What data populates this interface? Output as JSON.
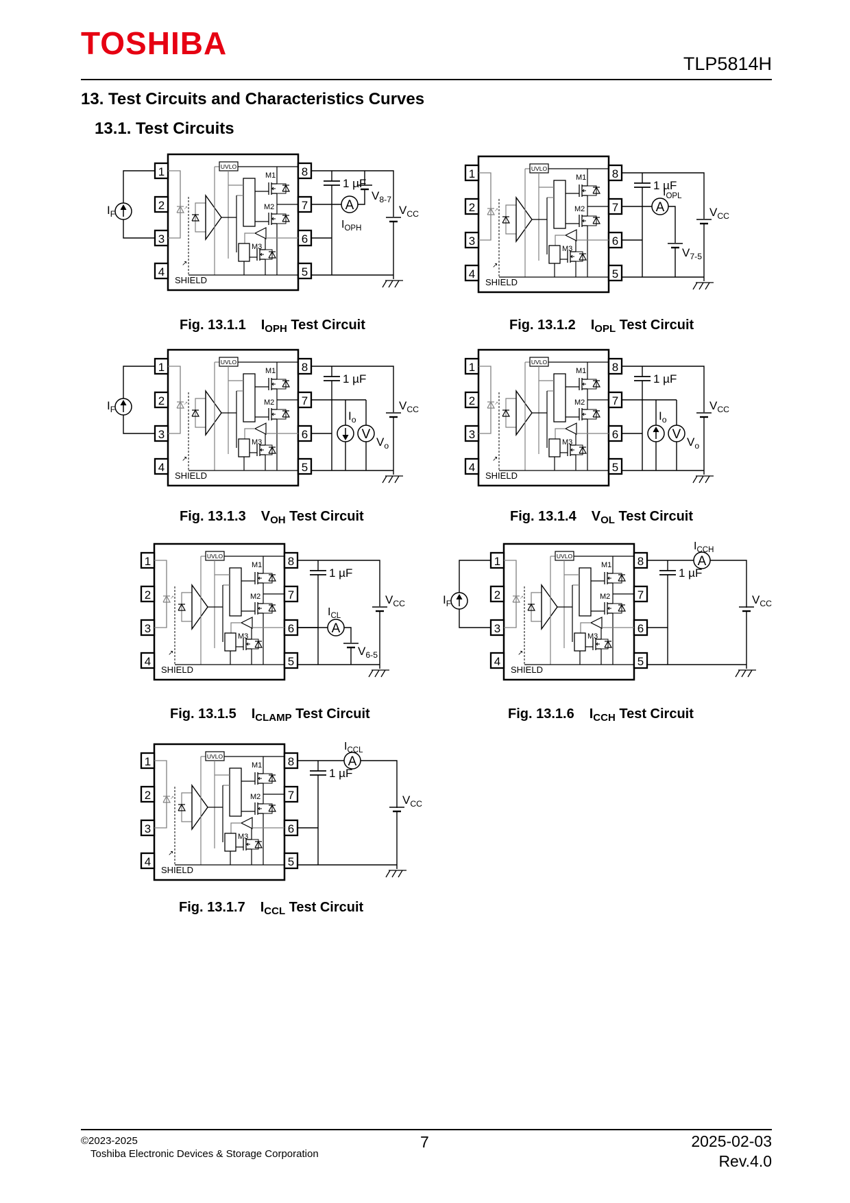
{
  "header": {
    "logo": "TOSHIBA",
    "part_number": "TLP5814H"
  },
  "section": {
    "title": "13. Test Circuits and Characteristics Curves",
    "subtitle": "13.1. Test Circuits"
  },
  "chip_labels": {
    "pins": [
      "1",
      "2",
      "3",
      "4",
      "5",
      "6",
      "7",
      "8"
    ],
    "uvlo": "UVLO",
    "m1": "M1",
    "m2": "M2",
    "m3": "M3",
    "shield": "SHIELD"
  },
  "figures": [
    {
      "id": "13.1.1",
      "number": "Fig. 13.1.1",
      "quantity_main": "I",
      "quantity_sub": "OPH",
      "suffix": " Test Circuit",
      "variant": "ioph",
      "has_if_source": true,
      "labels": {
        "if_main": "I",
        "if_sub": "F",
        "cap": "1 µF",
        "meter": "A",
        "meter_main": "I",
        "meter_sub": "OPH",
        "vsrc_main": "V",
        "vsrc_sub": "8-7",
        "vcc_main": "V",
        "vcc_sub": "CC"
      }
    },
    {
      "id": "13.1.2",
      "number": "Fig. 13.1.2",
      "quantity_main": "I",
      "quantity_sub": "OPL",
      "suffix": " Test Circuit",
      "variant": "iopl",
      "has_if_source": false,
      "labels": {
        "cap": "1 µF",
        "meter": "A",
        "meter_main": "I",
        "meter_sub": "OPL",
        "vsrc_main": "V",
        "vsrc_sub": "7-5",
        "vcc_main": "V",
        "vcc_sub": "CC"
      }
    },
    {
      "id": "13.1.3",
      "number": "Fig. 13.1.3",
      "quantity_main": "V",
      "quantity_sub": "OH",
      "suffix": " Test Circuit",
      "variant": "voh",
      "has_if_source": true,
      "labels": {
        "if_main": "I",
        "if_sub": "F",
        "cap": "1 µF",
        "io_main": "I",
        "io_sub": "o",
        "meter": "V",
        "vo_main": "V",
        "vo_sub": "o",
        "vcc_main": "V",
        "vcc_sub": "CC"
      }
    },
    {
      "id": "13.1.4",
      "number": "Fig. 13.1.4",
      "quantity_main": "V",
      "quantity_sub": "OL",
      "suffix": " Test Circuit",
      "variant": "vol",
      "has_if_source": false,
      "labels": {
        "cap": "1 µF",
        "io_main": "I",
        "io_sub": "o",
        "meter": "V",
        "vo_main": "V",
        "vo_sub": "o",
        "vcc_main": "V",
        "vcc_sub": "CC"
      }
    },
    {
      "id": "13.1.5",
      "number": "Fig. 13.1.5",
      "quantity_main": "I",
      "quantity_sub": "CLAMP",
      "suffix": " Test Circuit",
      "variant": "iclamp",
      "has_if_source": false,
      "labels": {
        "cap": "1 µF",
        "meter": "A",
        "meter_main": "I",
        "meter_sub": "CL",
        "vsrc_main": "V",
        "vsrc_sub": "6-5",
        "vcc_main": "V",
        "vcc_sub": "CC"
      }
    },
    {
      "id": "13.1.6",
      "number": "Fig. 13.1.6",
      "quantity_main": "I",
      "quantity_sub": "CCH",
      "suffix": " Test Circuit",
      "variant": "icch",
      "has_if_source": true,
      "labels": {
        "if_main": "I",
        "if_sub": "F",
        "cap": "1 µF",
        "meter": "A",
        "meter_main": "I",
        "meter_sub": "CCH",
        "vcc_main": "V",
        "vcc_sub": "CC"
      }
    },
    {
      "id": "13.1.7",
      "number": "Fig. 13.1.7",
      "quantity_main": "I",
      "quantity_sub": "CCL",
      "suffix": " Test Circuit",
      "variant": "iccl",
      "has_if_source": false,
      "labels": {
        "cap": "1 µF",
        "meter": "A",
        "meter_main": "I",
        "meter_sub": "CCL",
        "vcc_main": "V",
        "vcc_sub": "CC"
      }
    }
  ],
  "footer": {
    "copyright": "©2023-2025",
    "company": "Toshiba Electronic Devices & Storage Corporation",
    "page": "7",
    "date": "2025-02-03",
    "revision": "Rev.4.0"
  },
  "colors": {
    "brand_red": "#e60012",
    "internal_wire": "#808080",
    "ink": "#000000"
  }
}
